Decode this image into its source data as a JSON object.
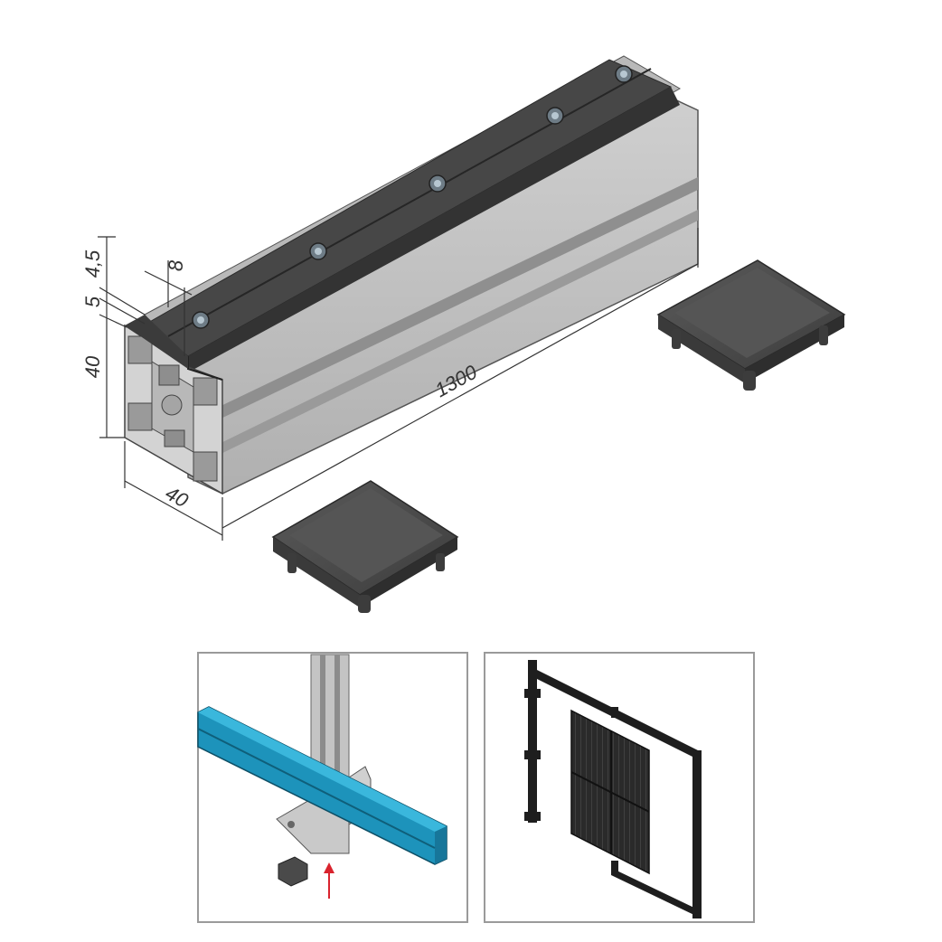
{
  "drawing": {
    "dimensions": {
      "slot_depth": "4,5",
      "slot_width": "8",
      "step": "5",
      "height": "40",
      "width": "40",
      "length": "1300"
    }
  },
  "colors": {
    "profile_light": "#c9c9c9",
    "profile_mid": "#b2b2b2",
    "profile_shadow": "#8f8f8f",
    "cover_strip": "#3c3c3c",
    "cover_strip_top": "#4a4a4a",
    "end_cap": "#4e4e4e",
    "end_cap_edge": "#3a3a3a",
    "panel_border": "#9a9a9a",
    "rail_cyan": "#1f9fc8",
    "arrow_red": "#d9232d",
    "dim_line": "#333333"
  }
}
